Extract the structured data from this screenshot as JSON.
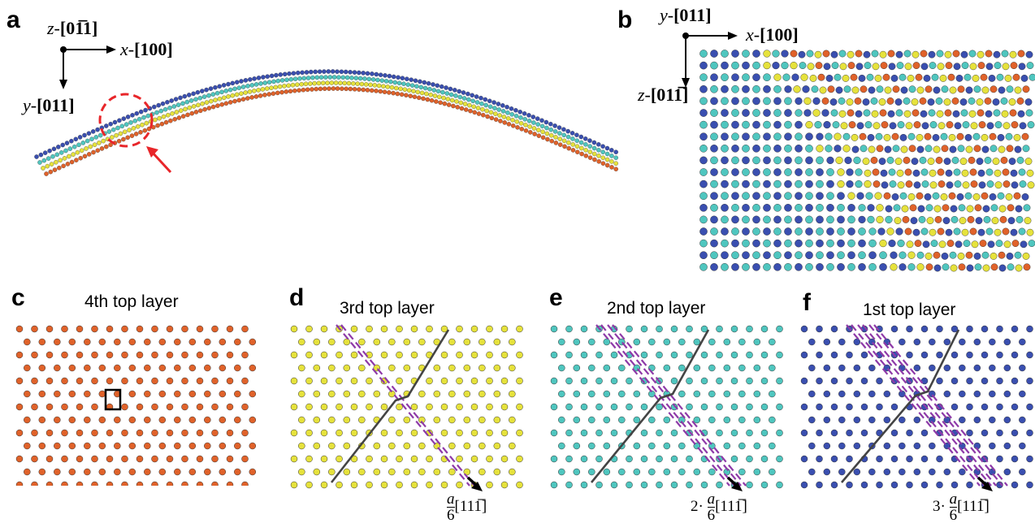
{
  "figure": {
    "panels": {
      "a": {
        "label": "a",
        "axes": {
          "z_prefix": "z-",
          "z_dir": "[01̅1]",
          "x_prefix": "x-",
          "x_dir": "[100]",
          "y_prefix": "y-",
          "y_dir": "[011]"
        }
      },
      "b": {
        "label": "b",
        "axes": {
          "y_prefix": "y-",
          "y_dir": "[011]",
          "x_prefix": "x-",
          "x_dir": "[100]",
          "z_prefix": "z-",
          "z_dir": "[011̅]"
        }
      },
      "c": {
        "label": "c",
        "title": "4th top layer"
      },
      "d": {
        "label": "d",
        "title": "3rd top layer",
        "vector_coeff": "",
        "vector_num": "a",
        "vector_den": "6",
        "vector_dir": "[111̅]"
      },
      "e": {
        "label": "e",
        "title": "2nd top layer",
        "vector_coeff": "2·",
        "vector_num": "a",
        "vector_den": "6",
        "vector_dir": "[111̅]"
      },
      "f": {
        "label": "f",
        "title": "1st top layer",
        "vector_coeff": "3·",
        "vector_num": "a",
        "vector_den": "6",
        "vector_dir": "[111̅]"
      }
    },
    "layer_colors": {
      "first": "#3a4fb0",
      "second": "#4fc6bf",
      "third": "#e6e23c",
      "fourth": "#e0622a"
    },
    "highlight_color": "#e8262a",
    "dislocation_line_color": "#444444",
    "partial_line_color": "#8e3aa8"
  }
}
